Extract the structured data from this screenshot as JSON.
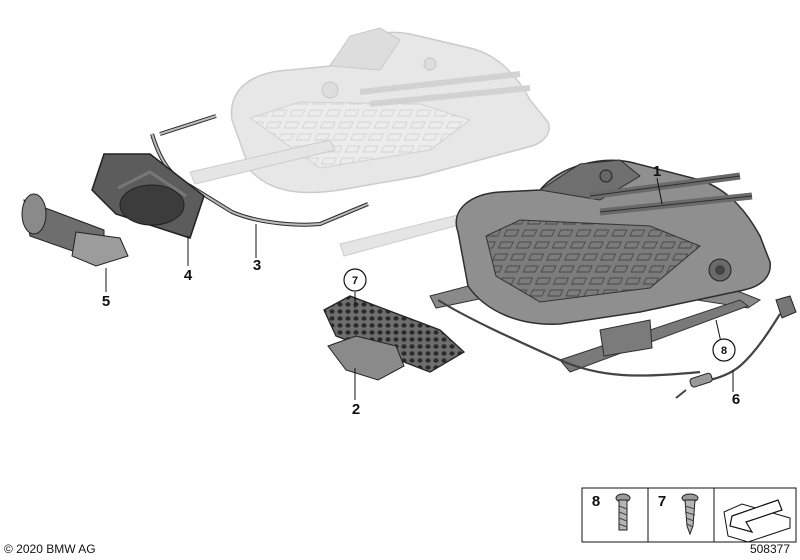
{
  "callouts": [
    {
      "id": "c1",
      "label": "1"
    },
    {
      "id": "c2",
      "label": "2"
    },
    {
      "id": "c3",
      "label": "3"
    },
    {
      "id": "c4",
      "label": "4"
    },
    {
      "id": "c5",
      "label": "5"
    },
    {
      "id": "c6",
      "label": "6"
    }
  ],
  "circled_refs": [
    {
      "id": "r7",
      "label": "7"
    },
    {
      "id": "r8",
      "label": "8"
    }
  ],
  "legend": {
    "items": [
      {
        "label": "8",
        "icon": "torx-bolt-icon"
      },
      {
        "label": "7",
        "icon": "self-tapping-screw-icon"
      },
      {
        "label": "",
        "icon": "orientation-arrow-icon"
      }
    ]
  },
  "footer": {
    "copyright": "© 2020 BMW AG",
    "diagram_number": "508377"
  },
  "colors": {
    "part_fill": "#8c8c8c",
    "part_dark": "#555555",
    "ghost": "#e3e3e3",
    "ghost_stroke": "#c8c8c8",
    "line": "#222222"
  }
}
